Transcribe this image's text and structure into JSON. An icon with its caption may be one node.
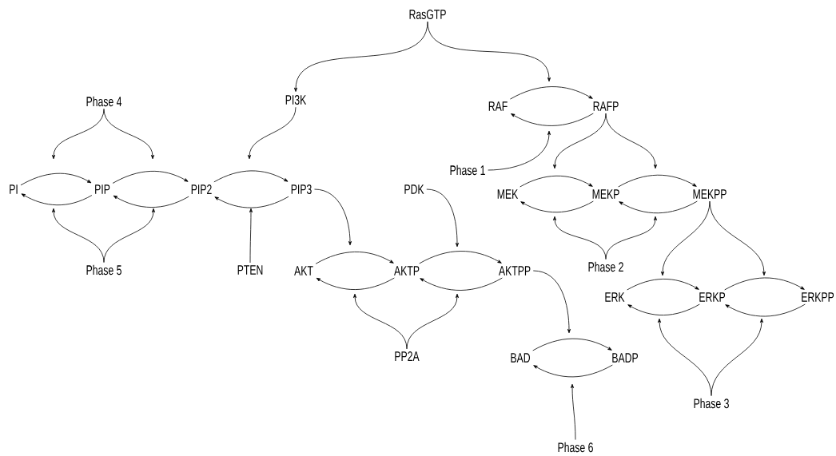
{
  "diagram": {
    "nodes": [
      {
        "text": [
          "RasGTP"
        ]
      },
      {
        "text": [
          "PI3K"
        ]
      },
      {
        "text": [
          "RAF"
        ]
      },
      {
        "text": [
          "RAFP"
        ]
      },
      {
        "text": [
          "Phase 4"
        ]
      },
      {
        "text": [
          "PI"
        ]
      },
      {
        "text": [
          "PIP"
        ]
      },
      {
        "text": [
          "PIP2"
        ]
      },
      {
        "text": [
          "PIP3"
        ]
      },
      {
        "text": [
          "Phase 1"
        ]
      },
      {
        "text": [
          "PDK"
        ]
      },
      {
        "text": [
          "MEK"
        ]
      },
      {
        "text": [
          "MEKP"
        ]
      },
      {
        "text": [
          "MEKPP"
        ]
      },
      {
        "text": [
          "Phase 5"
        ]
      },
      {
        "text": [
          "PTEN"
        ]
      },
      {
        "text": [
          "AKT"
        ]
      },
      {
        "text": [
          "AKTP"
        ]
      },
      {
        "text": [
          "AKTPP"
        ]
      },
      {
        "text": [
          "Phase 2"
        ]
      },
      {
        "text": [
          "ERK"
        ]
      },
      {
        "text": [
          "ERKP"
        ]
      },
      {
        "text": [
          "ERKPP"
        ]
      },
      {
        "text": [
          "PP2A"
        ]
      },
      {
        "text": [
          "BAD"
        ]
      },
      {
        "text": [
          "BADP"
        ]
      },
      {
        "text": [
          "Phase 3"
        ]
      },
      {
        "text": [
          "Phase 6"
        ]
      }
    ],
    "edges": [
      {
        "from": 0,
        "to": 1,
        "arrow": "to"
      },
      {
        "from": 0,
        "to": null,
        "arrow": "to"
      },
      {
        "from": 2,
        "to": 3,
        "arrow": "to"
      },
      {
        "from": 3,
        "to": 2,
        "arrow": "to"
      },
      {
        "from": 4,
        "to": null,
        "arrow": "to"
      },
      {
        "from": 4,
        "to": null,
        "arrow": "to"
      },
      {
        "from": 5,
        "to": 6,
        "arrow": "to"
      },
      {
        "from": 6,
        "to": 5,
        "arrow": "to"
      },
      {
        "from": 6,
        "to": 7,
        "arrow": "to"
      },
      {
        "from": 7,
        "to": 6,
        "arrow": "to"
      },
      {
        "from": 7,
        "to": 8,
        "arrow": "to"
      },
      {
        "from": 8,
        "to": 7,
        "arrow": "to"
      },
      {
        "from": 1,
        "to": null,
        "arrow": "to"
      },
      {
        "from": 9,
        "to": null,
        "arrow": "to"
      },
      {
        "from": 3,
        "to": null,
        "arrow": "to"
      },
      {
        "from": 3,
        "to": null,
        "arrow": "to"
      },
      {
        "from": 11,
        "to": 12,
        "arrow": "to"
      },
      {
        "from": 12,
        "to": 11,
        "arrow": "to"
      },
      {
        "from": 12,
        "to": 13,
        "arrow": "to"
      },
      {
        "from": 13,
        "to": 12,
        "arrow": "to"
      },
      {
        "from": 14,
        "to": null,
        "arrow": "to"
      },
      {
        "from": 14,
        "to": null,
        "arrow": "to"
      },
      {
        "from": 15,
        "to": null,
        "arrow": "to"
      },
      {
        "from": 16,
        "to": 17,
        "arrow": "to"
      },
      {
        "from": 17,
        "to": 16,
        "arrow": "to"
      },
      {
        "from": 17,
        "to": 18,
        "arrow": "to"
      },
      {
        "from": 18,
        "to": 17,
        "arrow": "to"
      },
      {
        "from": 8,
        "to": null,
        "arrow": "to"
      },
      {
        "from": 10,
        "to": null,
        "arrow": "to"
      },
      {
        "from": 19,
        "to": null,
        "arrow": "to"
      },
      {
        "from": 19,
        "to": null,
        "arrow": "to"
      },
      {
        "from": 13,
        "to": null,
        "arrow": "to"
      },
      {
        "from": 13,
        "to": null,
        "arrow": "to"
      },
      {
        "from": 20,
        "to": 21,
        "arrow": "to"
      },
      {
        "from": 21,
        "to": 20,
        "arrow": "to"
      },
      {
        "from": 21,
        "to": 22,
        "arrow": "to"
      },
      {
        "from": 22,
        "to": 21,
        "arrow": "to"
      },
      {
        "from": 23,
        "to": null,
        "arrow": "to"
      },
      {
        "from": 23,
        "to": null,
        "arrow": "to"
      },
      {
        "from": 24,
        "to": 25,
        "arrow": "to"
      },
      {
        "from": 25,
        "to": 24,
        "arrow": "to"
      },
      {
        "from": 18,
        "to": null,
        "arrow": "to"
      },
      {
        "from": 26,
        "to": null,
        "arrow": "to"
      },
      {
        "from": 26,
        "to": null,
        "arrow": "to"
      },
      {
        "from": 27,
        "to": null,
        "arrow": "to"
      }
    ]
  }
}
